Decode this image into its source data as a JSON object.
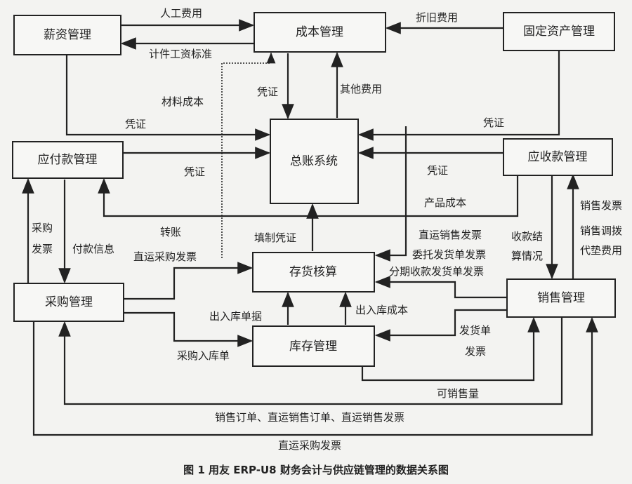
{
  "boxes": {
    "salary": "薪资管理",
    "cost": "成本管理",
    "fixed_assets": "固定资产管理",
    "general_ledger": "总账系统",
    "payables": "应付款管理",
    "receivables": "应收款管理",
    "inventory_accounting": "存货核算",
    "purchasing": "采购管理",
    "sales": "销售管理",
    "stock": "库存管理"
  },
  "labels": {
    "labor_cost": "人工费用",
    "piece_rate": "计件工资标准",
    "depreciation": "折旧费用",
    "material_cost": "材料成本",
    "voucher1": "凭证",
    "other_expense": "其他费用",
    "voucher2": "凭证",
    "voucher3": "凭证",
    "voucher4": "凭证",
    "voucher5": "凭证",
    "product_cost": "产品成本",
    "transfer": "转账",
    "make_voucher": "填制凭证",
    "purchase_invoice_1": "采购",
    "purchase_invoice_2": "发票",
    "payment_info": "付款信息",
    "direct_purchase_invoice": "直运采购发票",
    "direct_sales_invoice": "直运销售发票",
    "consignment_invoice": "委托发货单发票",
    "installment_invoice": "分期收款发货单发票",
    "collection_1": "收款结",
    "collection_2": "算情况",
    "sales_invoice": "销售发票",
    "sales_transfer": "销售调拨",
    "advance_expense": "代垫费用",
    "io_docs": "出入库单据",
    "io_cost": "出入库成本",
    "purchase_receipt": "采购入库单",
    "delivery_1": "发货单",
    "delivery_2": "发票",
    "available_qty": "可销售量",
    "sales_orders": "销售订单、直运销售订单、直运销售发票",
    "direct_purchase_invoice_bottom": "直运采购发票"
  },
  "caption": "图 1   用友 ERP-U8 财务会计与供应链管理的数据关系图"
}
